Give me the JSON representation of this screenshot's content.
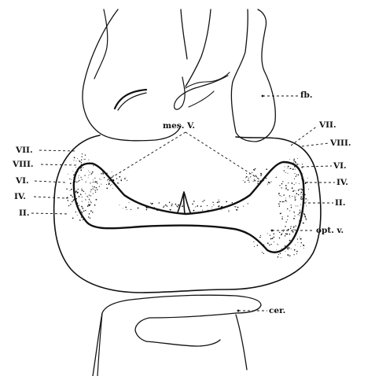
{
  "labels": {
    "fb": "fb.",
    "mes_v": "mes. V.",
    "opt_v": "opt. v.",
    "cer": "cer.",
    "left": {
      "vii": "VII.",
      "viii": "VIII.",
      "vi": "VI.",
      "iv": "IV.",
      "ii": "II."
    },
    "right": {
      "vii": "VII.",
      "viii": "VIII.",
      "vi": "VI.",
      "iv": "IV.",
      "ii": "II."
    }
  },
  "colors": {
    "ink": "#111111",
    "paper": "#ffffff"
  }
}
